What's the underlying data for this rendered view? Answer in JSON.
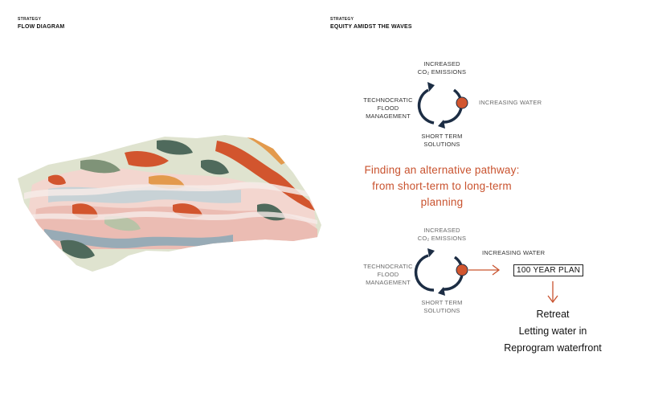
{
  "left_panel": {
    "eyebrow": "STRATEGY",
    "title": "FLOW DIAGRAM",
    "map_colors": [
      "#d9dfc9",
      "#e9b9b1",
      "#f2d3cc",
      "#c8d2d6",
      "#98abb6",
      "#d2552e",
      "#e39a4d",
      "#4f6a5c",
      "#7f9378",
      "#b8c3a7",
      "#f6ebe8"
    ]
  },
  "right_panel": {
    "eyebrow": "STRATEGY",
    "title": "EQUITY AMIDST THE WAVES",
    "cycle_top": {
      "label_top": [
        "INCREASED",
        "CO₂ EMISSIONS"
      ],
      "label_right": "INCREASING WATER",
      "label_left": [
        "TECHNOCRATIC",
        "FLOOD",
        "MANAGEMENT"
      ],
      "label_bottom": [
        "SHORT TERM",
        "SOLUTIONS"
      ]
    },
    "headline": [
      "Finding an alternative pathway:",
      "from short-term to long-term",
      "planning"
    ],
    "cycle_bottom": {
      "label_top": [
        "INCREASED",
        "CO₂ EMISSIONS"
      ],
      "label_right": "INCREASING WATER",
      "label_left": [
        "TECHNOCRATIC",
        "FLOOD",
        "MANAGEMENT"
      ],
      "label_bottom": [
        "SHORT TERM",
        "SOLUTIONS"
      ]
    },
    "plan_label": "100 YEAR PLAN",
    "outcomes": [
      "Retreat",
      "Letting water in",
      "Reprogram waterfront"
    ],
    "colors": {
      "cycle": "#1c2d44",
      "accent": "#c9532f",
      "dot": "#d2552e"
    }
  }
}
